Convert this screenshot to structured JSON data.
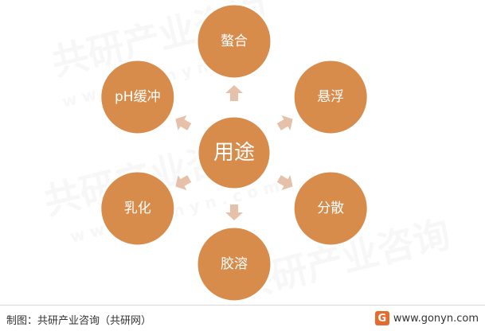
{
  "diagram": {
    "center": "用途",
    "nodes": [
      "螯合",
      "悬浮",
      "分散",
      "胶溶",
      "乳化",
      "pH缓冲"
    ],
    "colors": {
      "node_fill": "#d88c4c",
      "node_stroke": "#ffffff",
      "arrow": "#e5c1a9",
      "text": "#ffffff"
    }
  },
  "footer": {
    "source": "制图：共研产业咨询（共研网）",
    "logo_glyph": "G",
    "url": "www.gonyn.com"
  },
  "watermark": {
    "brand": "共研产业咨询",
    "url": "w w w . g o n y n . c o m"
  }
}
